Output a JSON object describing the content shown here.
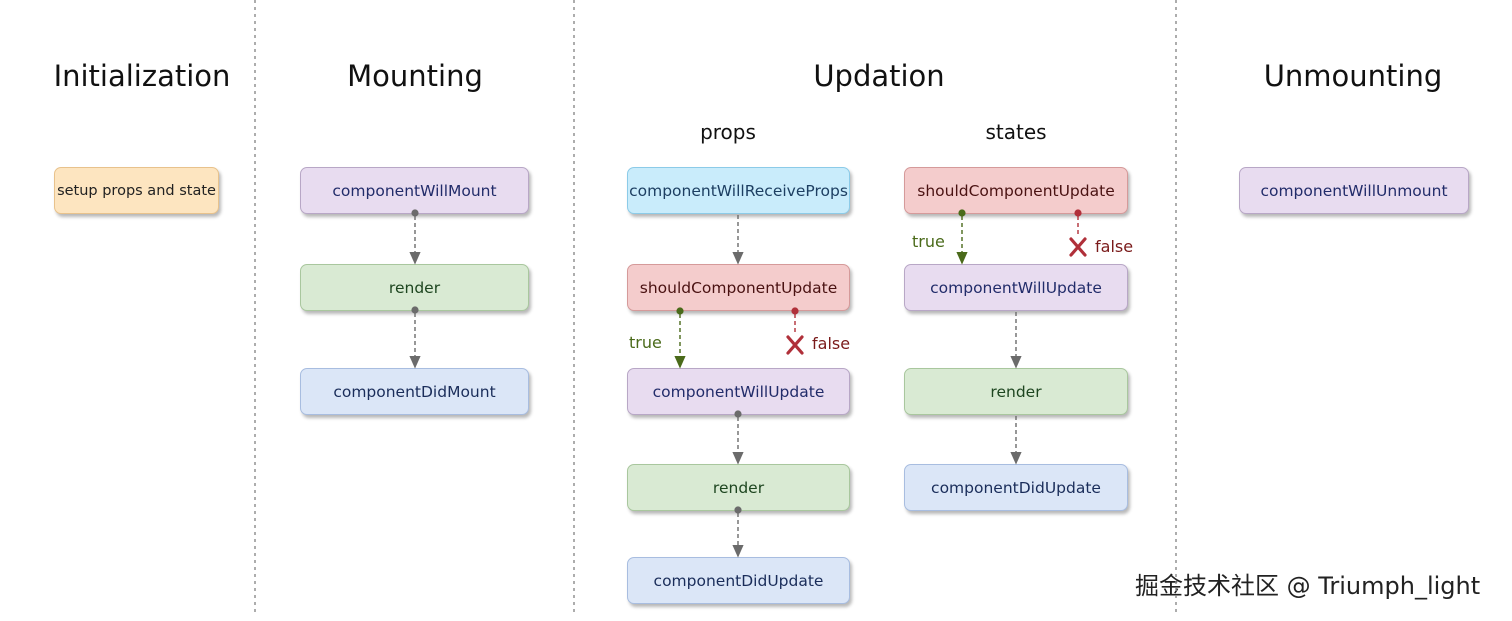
{
  "phases": {
    "initialization": "Initialization",
    "mounting": "Mounting",
    "updation": "Updation",
    "unmounting": "Unmounting"
  },
  "updation": {
    "props_title": "props",
    "states_title": "states"
  },
  "boxes": {
    "setup": "setup props and state",
    "mount_will": "componentWillMount",
    "mount_render": "render",
    "mount_did": "componentDidMount",
    "props_receive": "componentWillReceiveProps",
    "props_should": "shouldComponentUpdate",
    "props_will": "componentWillUpdate",
    "props_render": "render",
    "props_did": "componentDidUpdate",
    "states_should": "shouldComponentUpdate",
    "states_will": "componentWillUpdate",
    "states_render": "render",
    "states_did": "componentDidUpdate",
    "unmount_will": "componentWillUnmount"
  },
  "flags": {
    "props_true": "true",
    "props_false": "false",
    "states_true": "true",
    "states_false": "false"
  },
  "colors": {
    "orange": "#fde5c0",
    "purple": "#e8dcf0",
    "green": "#d9ead3",
    "blue": "#dbe6f7",
    "cyan": "#c9ecfb",
    "red": "#f4cccc",
    "true_line": "#4a6a1a",
    "false_line": "#b0303a",
    "connector": "#707070"
  },
  "watermark": "掘金技术社区 @ Triumph_light"
}
